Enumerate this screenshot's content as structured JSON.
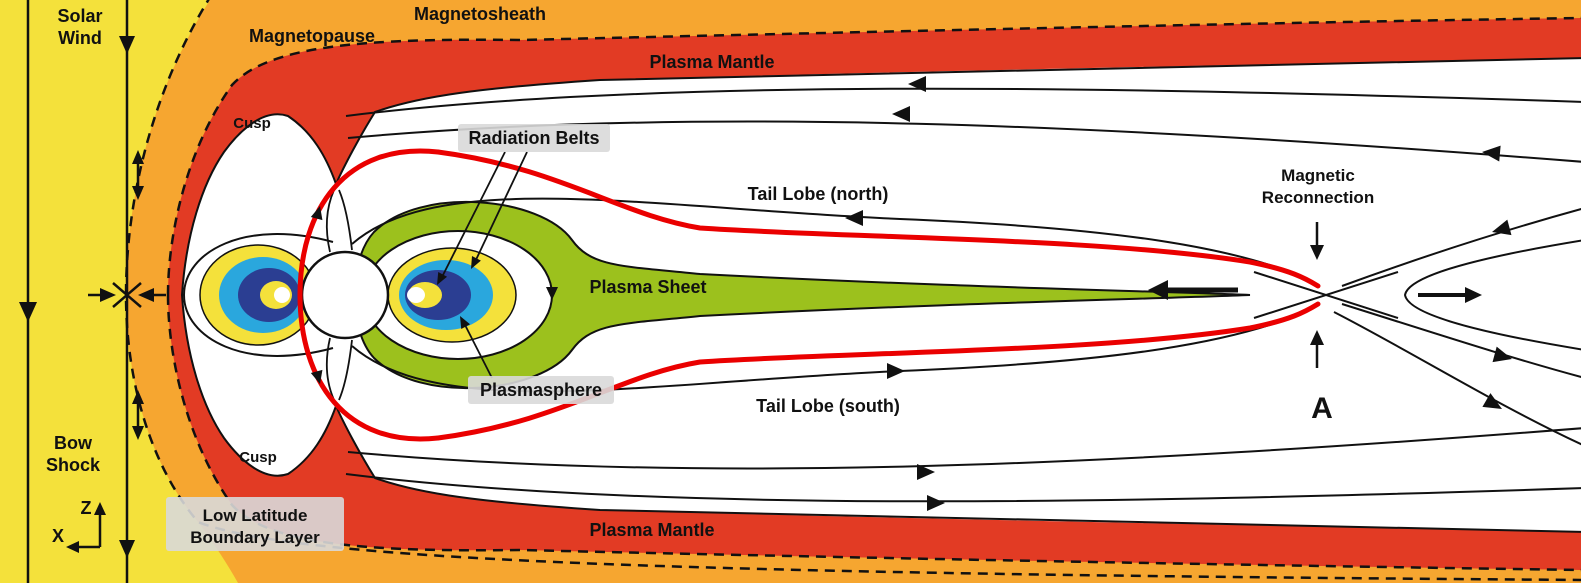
{
  "colors": {
    "solar_wind_bg": "#f4e13b",
    "magnetosheath_bg": "#f6a630",
    "plasma_mantle": "#e23b24",
    "plasma_sheet_green": "#9cc11d",
    "belt_yellow": "#f4e13b",
    "belt_blue": "#2aa7dd",
    "belt_dark_blue": "#2b3e92",
    "highlight_red": "#ea0000",
    "label_dark_red": "#8a1407",
    "label_gray_bg": "#d9d9d9",
    "line_black": "#111111",
    "white": "#ffffff"
  },
  "labels": {
    "solar_wind_1": "Solar",
    "solar_wind_2": "Wind",
    "magnetosheath": "Magnetosheath",
    "magnetopause": "Magnetopause",
    "plasma_mantle_top": "Plasma Mantle",
    "plasma_mantle_bottom": "Plasma Mantle",
    "cusp_top": "Cusp",
    "cusp_bottom": "Cusp",
    "radiation_belts": "Radiation Belts",
    "plasmasphere": "Plasmasphere",
    "plasma_sheet": "Plasma Sheet",
    "tail_lobe_north": "Tail Lobe (north)",
    "tail_lobe_south": "Tail Lobe (south)",
    "magnetic_reconnection_1": "Magnetic",
    "magnetic_reconnection_2": "Reconnection",
    "bow_shock_1": "Bow",
    "bow_shock_2": "Shock",
    "llbl_1": "Low Latitude",
    "llbl_2": "Boundary Layer",
    "point_a": "A",
    "axis_z": "Z",
    "axis_x": "X"
  }
}
